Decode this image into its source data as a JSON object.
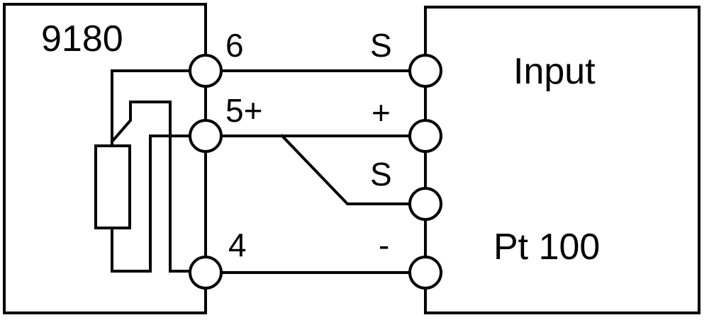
{
  "device_left": {
    "name": "9180",
    "terminals": [
      "6",
      "5+",
      "4"
    ]
  },
  "device_right": {
    "title": "Input",
    "subtitle": "Pt 100",
    "terminals": [
      "S",
      "+",
      "S",
      "-"
    ]
  },
  "colors": {
    "line": "#000000",
    "background": "#ffffff"
  }
}
